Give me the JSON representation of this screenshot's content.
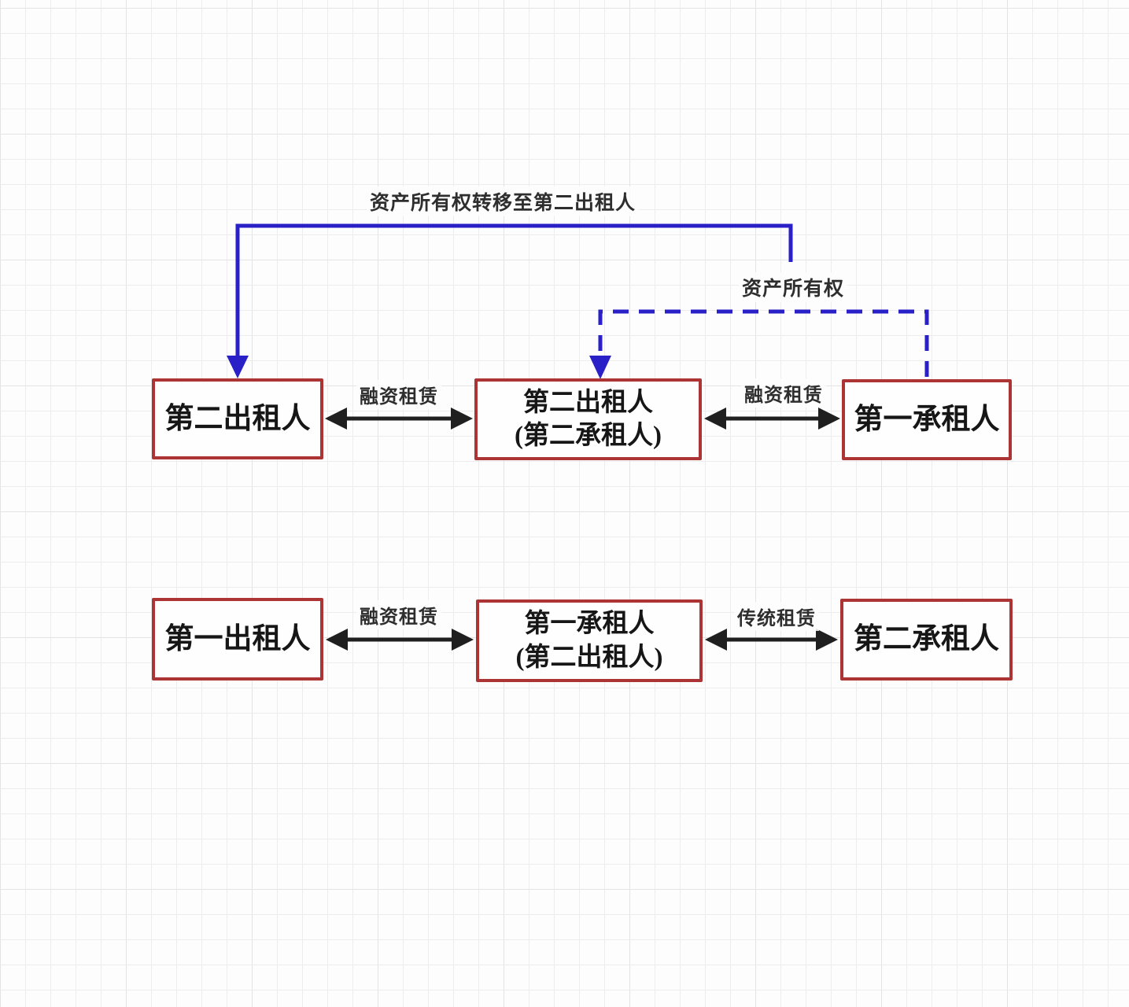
{
  "diagram": {
    "annotations": {
      "transfer_label": "资产所有权转移至第二出租人",
      "ownership_label": "资产所有权"
    },
    "rows": [
      {
        "boxes": [
          {
            "lines": [
              "第二出租人"
            ]
          },
          {
            "lines": [
              "第二出租人",
              "(第二承租人)"
            ]
          },
          {
            "lines": [
              "第一承租人"
            ]
          }
        ],
        "connectors": [
          {
            "label": "融资租赁"
          },
          {
            "label": "融资租赁"
          }
        ]
      },
      {
        "boxes": [
          {
            "lines": [
              "第一出租人"
            ]
          },
          {
            "lines": [
              "第一承租人",
              "(第二出租人)"
            ]
          },
          {
            "lines": [
              "第二承租人"
            ]
          }
        ],
        "connectors": [
          {
            "label": "融资租赁"
          },
          {
            "label": "传统租赁"
          }
        ]
      }
    ],
    "colors": {
      "blue_line": "#2a20c8",
      "box_border": "#ac3434",
      "arrow_black": "#1f1f1f",
      "grid_line": "#ededed",
      "background": "#fdfdfd"
    }
  }
}
